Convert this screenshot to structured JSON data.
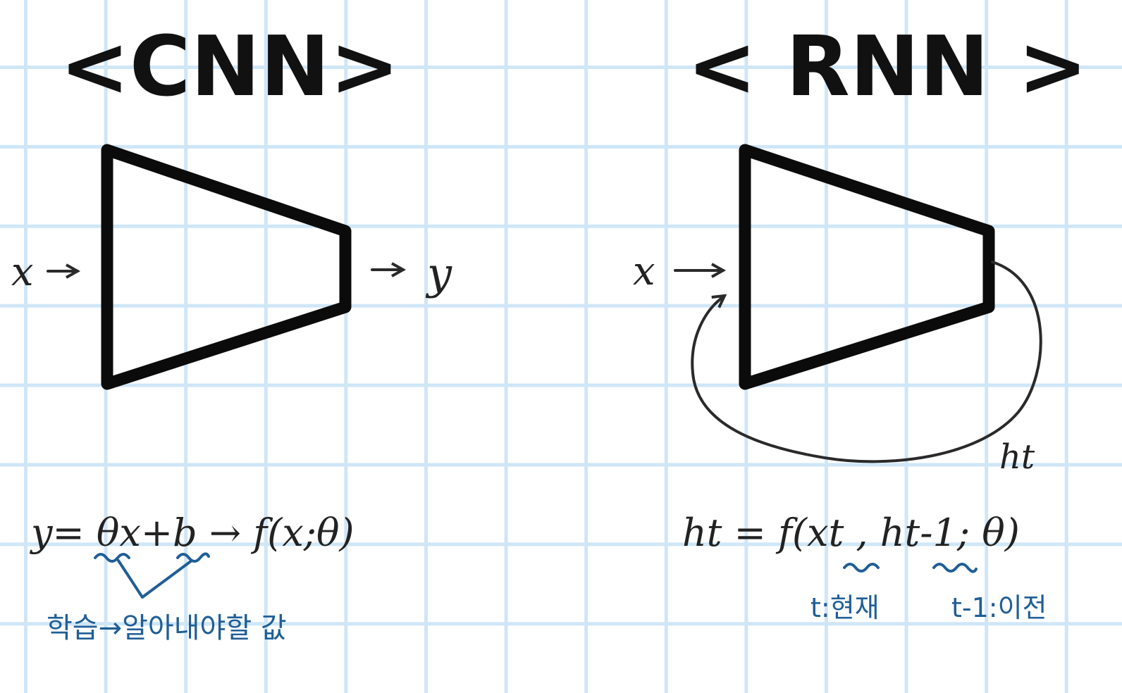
{
  "cnn": {
    "title": "<CNN>",
    "input_label": "x",
    "output_label": "y",
    "formula": "y= θx+b → f(x;θ)",
    "note": "학습→알아내야할 값"
  },
  "rnn": {
    "title": "< RNN >",
    "input_label": "x",
    "hidden_label": "ht",
    "formula": "ht = f(xt , ht-1; θ)",
    "note_t": "t:현재",
    "note_t1": "t-1:이전"
  },
  "colors": {
    "grid": "#cfe6f7",
    "ink": "#0b0b0b",
    "note_blue": "#1f5e96"
  }
}
